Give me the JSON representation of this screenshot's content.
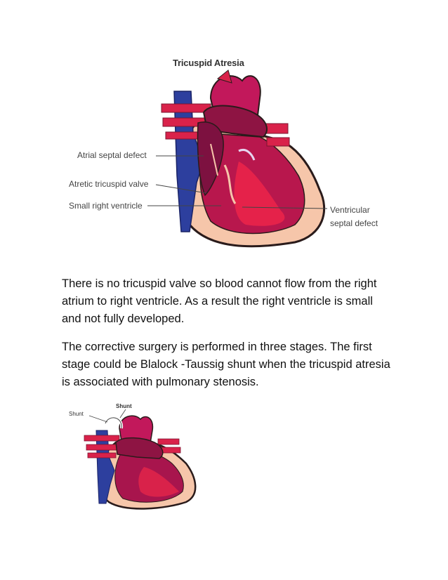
{
  "figure1": {
    "title": "Tricuspid Atresia",
    "labels": {
      "asd": "Atrial septal defect",
      "valve": "Atretic tricuspid valve",
      "rv": "Small right ventricle",
      "vsd_line1": "Ventricular",
      "vsd_line2": "septal defect"
    }
  },
  "body": {
    "paragraph1": "There is no tricuspid valve so blood cannot flow from the right atrium to right ventricle. As a result the right ventricle is small and not fully developed.",
    "paragraph2": "The corrective surgery is performed in three stages. The first stage could be Blalock -Taussig shunt when the tricuspid atresia is associated with pulmonary stenosis."
  },
  "figure2": {
    "labels": {
      "shunt_top": "Shunt",
      "shunt_left": "Shunt"
    }
  },
  "colors": {
    "blue_vessel": "#2d3f9e",
    "red_vessel": "#d9224a",
    "dark_red": "#9c1545",
    "heart_wall": "#f6c6aa",
    "outline": "#2a1b1b"
  }
}
